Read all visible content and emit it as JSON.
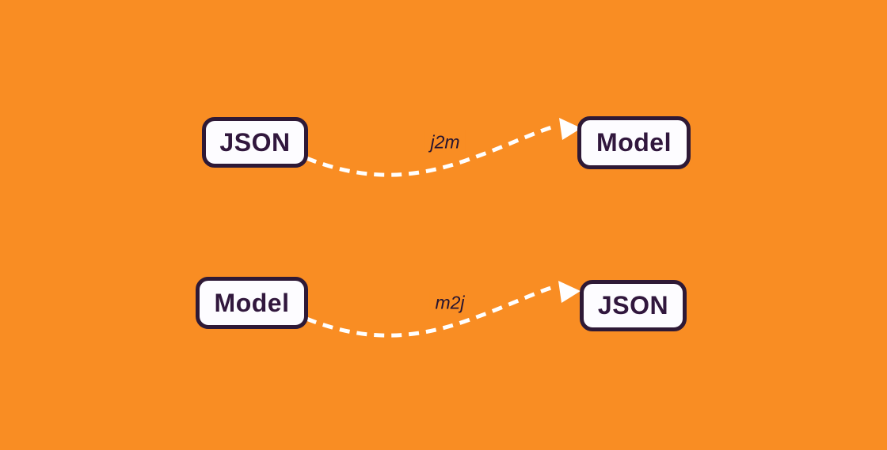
{
  "diagram": {
    "type": "flowchart",
    "nodes": [
      {
        "id": "json-top",
        "label": "JSON"
      },
      {
        "id": "model-top",
        "label": "Model"
      },
      {
        "id": "model-bottom",
        "label": "Model"
      },
      {
        "id": "json-bottom",
        "label": "JSON"
      }
    ],
    "edges": [
      {
        "from": "JSON",
        "to": "Model",
        "label": "j2m",
        "style": "dashed-arrow"
      },
      {
        "from": "Model",
        "to": "JSON",
        "label": "m2j",
        "style": "dashed-arrow"
      }
    ]
  },
  "colors": {
    "background": "#F98D23",
    "node_fill": "#FDFCFF",
    "node_border": "#2E1936",
    "node_text": "#31173D",
    "edge": "#FFFFFF",
    "edge_label_text": "#261430"
  }
}
